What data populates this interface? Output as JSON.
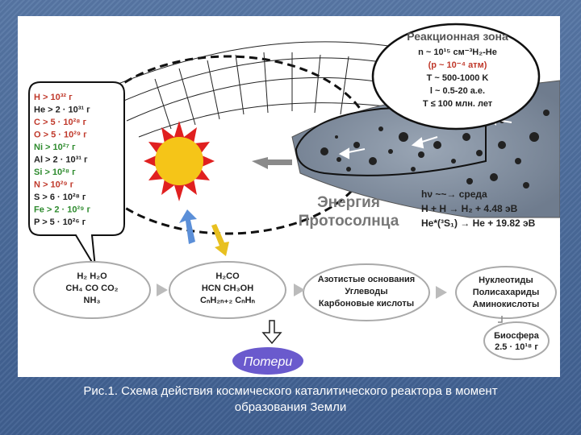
{
  "reaction_zone": {
    "title": "Реакционная зона",
    "lines": [
      {
        "t": "n ~ 10¹⁵ см⁻³H₂-He",
        "c": "#222"
      },
      {
        "t": "(p ~ 10⁻⁴ атм)",
        "c": "#c0392b"
      },
      {
        "t": "T ~ 500-1000 K",
        "c": "#222"
      },
      {
        "t": "l ~ 0.5-20 a.e.",
        "c": "#222"
      },
      {
        "t": "T ≤ 100 млн. лет",
        "c": "#222"
      }
    ]
  },
  "abundances": [
    {
      "t": "H > 10³² г",
      "c": "#c0392b"
    },
    {
      "t": "He > 2 · 10³¹ г",
      "c": "#222"
    },
    {
      "t": "C > 5 · 10²⁸ г",
      "c": "#c0392b"
    },
    {
      "t": "O > 5 · 10²⁹ г",
      "c": "#c0392b"
    },
    {
      "t": "Ni > 10²⁷ г",
      "c": "#2e8b2e"
    },
    {
      "t": "Al > 2 · 10³¹ г",
      "c": "#222"
    },
    {
      "t": "Si > 10²⁸ г",
      "c": "#2e8b2e"
    },
    {
      "t": "N > 10²⁹ г",
      "c": "#c0392b"
    },
    {
      "t": "S > 6 · 10²⁸ г",
      "c": "#222"
    },
    {
      "t": "Fe > 2 · 10²⁹ г",
      "c": "#2e8b2e"
    },
    {
      "t": "P > 5 · 10²⁶ г",
      "c": "#222"
    }
  ],
  "energy": {
    "line1": "Энергия",
    "line2": "Протосолнца"
  },
  "reactions": {
    "r1": "hν  ~~→ среда",
    "r2": "H + H → H₂ + 4.48 эВ",
    "r3": "He*(³S₁) → He + 19.82 эВ"
  },
  "ellipses": {
    "e1": [
      "H₂   H₂O",
      "CH₄   CO   CO₂",
      "NH₃"
    ],
    "e2": [
      "H₂CO",
      "HCN   CH₃OH",
      "CₙH₂ₙ₊₂   CₙHₙ"
    ],
    "e3": [
      "Азотистые основания",
      "Углеводы",
      "Карбоновые кислоты"
    ],
    "e4": [
      "Нуклеотиды",
      "Полисахариды",
      "Аминокислоты"
    ]
  },
  "biosphere": {
    "line1": "Биосфера",
    "line2": "2.5 · 10¹⁸ г"
  },
  "losses": "Потери",
  "caption": {
    "line1": "Рис.1. Схема действия космического каталитического реактора в момент",
    "line2": "образования Земли"
  },
  "colors": {
    "red": "#c0392b",
    "green": "#2e8b2e",
    "sun": "#f5c518",
    "sun_ray": "#e02020",
    "cloud": "#8a96a6",
    "losses": "#6a5acd",
    "arrow_blue": "#5b8fd8",
    "arrow_yellow": "#e8c020"
  }
}
